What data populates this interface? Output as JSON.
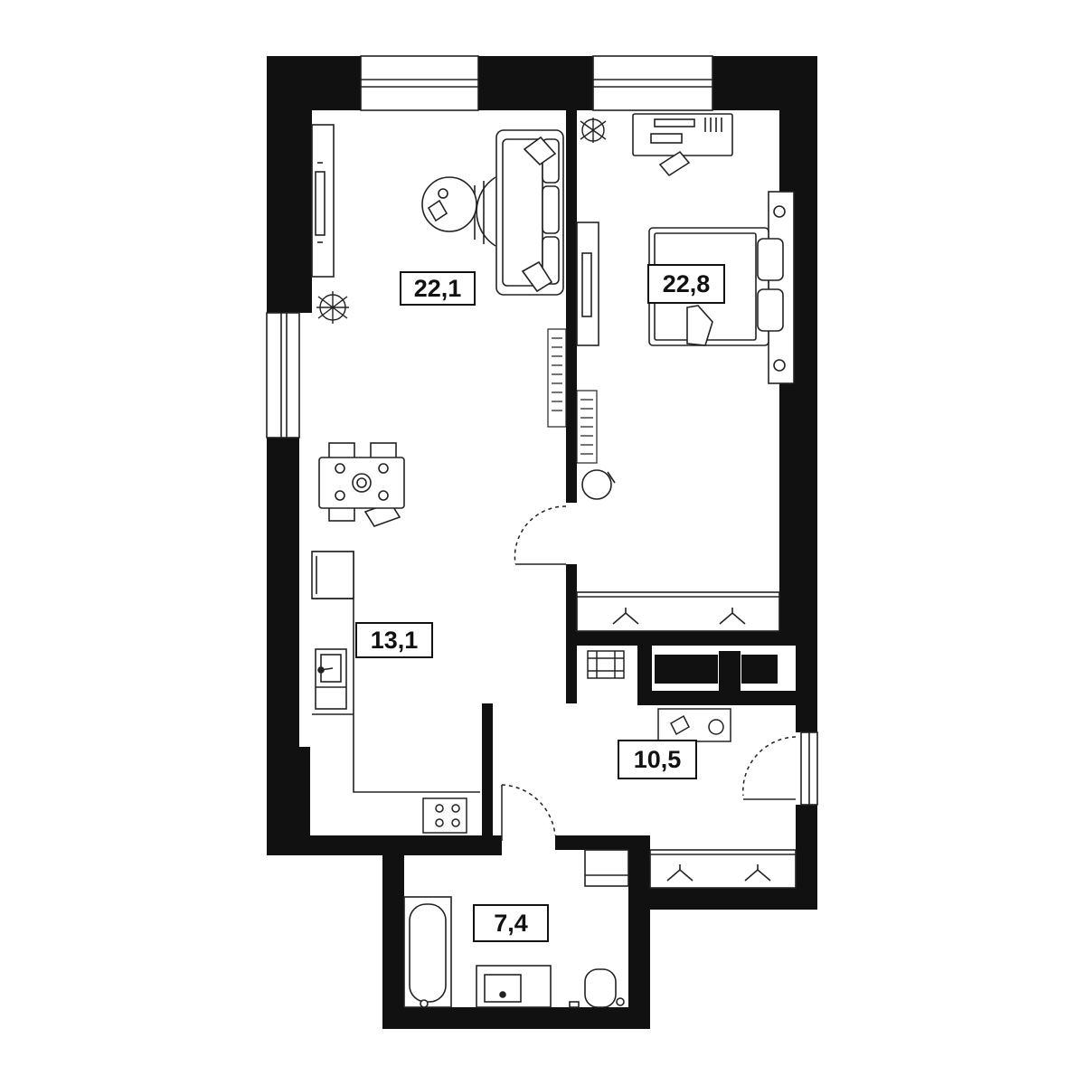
{
  "floor_plan": {
    "rooms": [
      {
        "id": "living",
        "area": "22,1"
      },
      {
        "id": "bedroom",
        "area": "22,8"
      },
      {
        "id": "kitchen",
        "area": "13,1"
      },
      {
        "id": "hall",
        "area": "10,5"
      },
      {
        "id": "bathroom",
        "area": "7,4"
      }
    ]
  },
  "colors": {
    "wall": "#111111",
    "line": "#222222",
    "background": "#ffffff"
  }
}
